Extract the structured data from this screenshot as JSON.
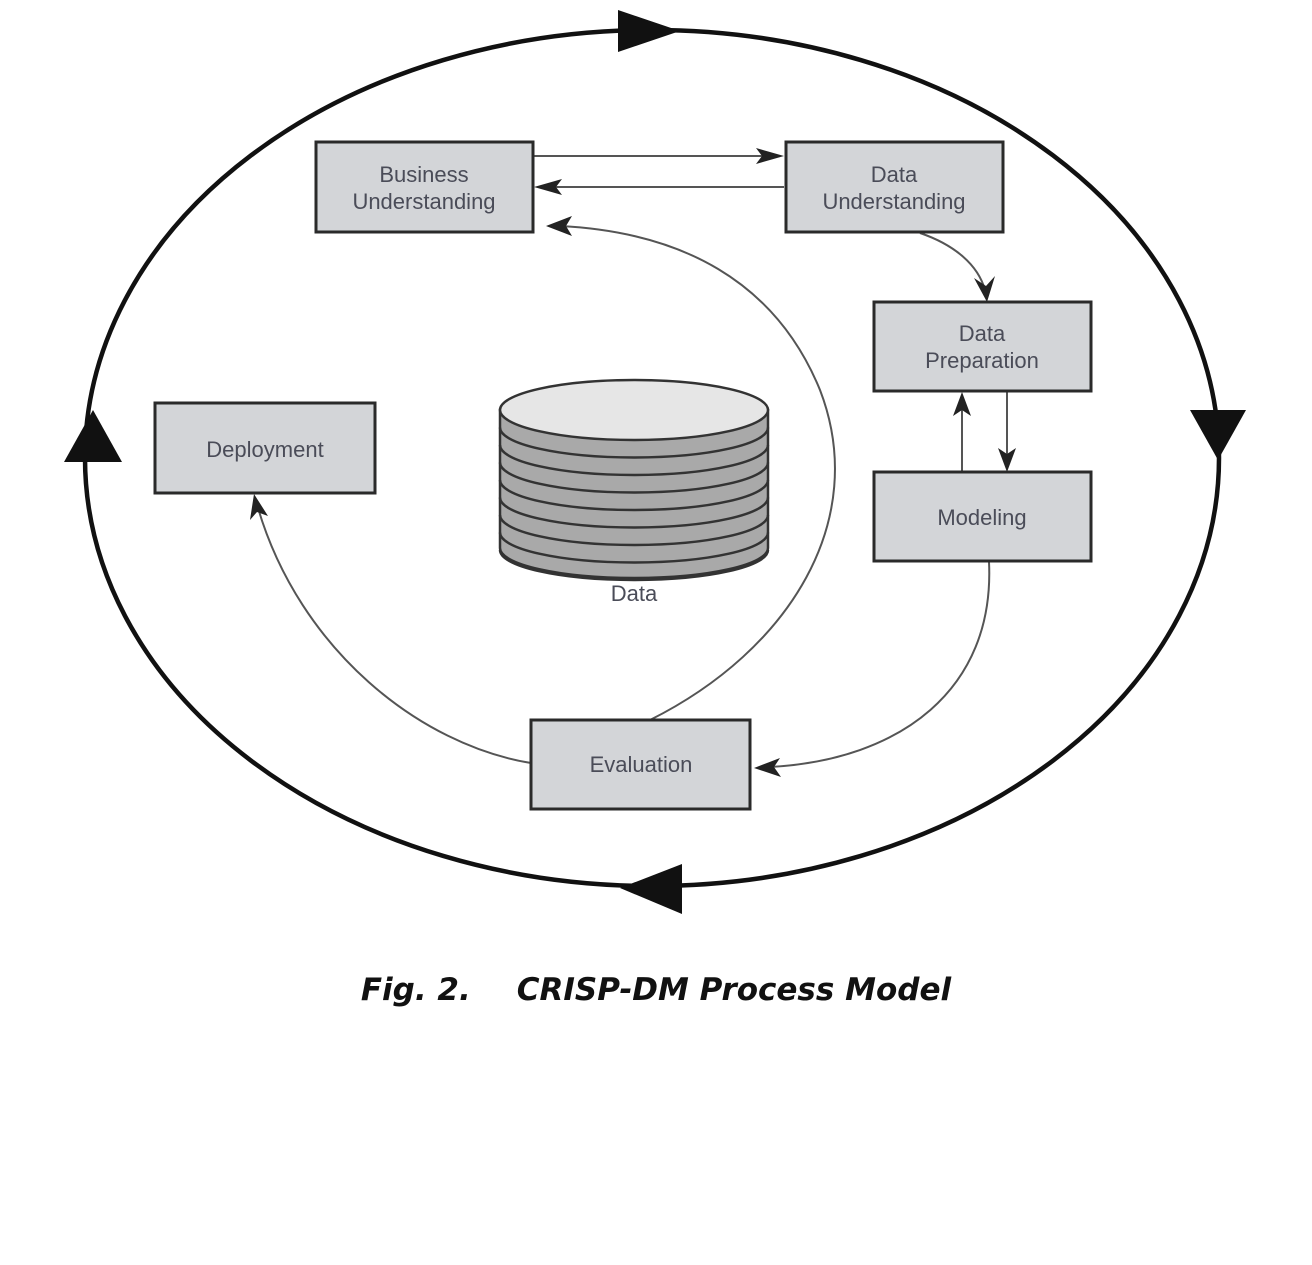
{
  "figure": {
    "title": "CRISP-DM Process Model",
    "caption_number": "Fig. 2.",
    "caption_title": "CRISP-DM Process Model"
  },
  "phases": [
    {
      "id": "business",
      "lines": [
        "Business",
        "Understanding"
      ]
    },
    {
      "id": "data-understanding",
      "lines": [
        "Data",
        "Understanding"
      ]
    },
    {
      "id": "data-preparation",
      "lines": [
        "Data",
        "Preparation"
      ]
    },
    {
      "id": "modeling",
      "lines": [
        "Modeling"
      ]
    },
    {
      "id": "evaluation",
      "lines": [
        "Evaluation"
      ]
    },
    {
      "id": "deployment",
      "lines": [
        "Deployment"
      ]
    }
  ],
  "data_store": {
    "label": "Data",
    "icon": "database-icon"
  },
  "flows": [
    {
      "from": "Business Understanding",
      "to": "Data Understanding"
    },
    {
      "from": "Data Understanding",
      "to": "Business Understanding"
    },
    {
      "from": "Data Understanding",
      "to": "Data Preparation"
    },
    {
      "from": "Data Preparation",
      "to": "Modeling"
    },
    {
      "from": "Modeling",
      "to": "Data Preparation"
    },
    {
      "from": "Modeling",
      "to": "Evaluation"
    },
    {
      "from": "Evaluation",
      "to": "Business Understanding"
    },
    {
      "from": "Evaluation",
      "to": "Deployment"
    }
  ],
  "outer_cycle": {
    "direction": "clockwise",
    "arrowheads": 4
  },
  "colors": {
    "box_fill": "#d3d5d8",
    "box_border": "#2a2a2a",
    "box_text": "#4a4c58",
    "cycle": "#111111",
    "db_top": "#e6e6e6",
    "db_body": "#a9a9a9"
  }
}
